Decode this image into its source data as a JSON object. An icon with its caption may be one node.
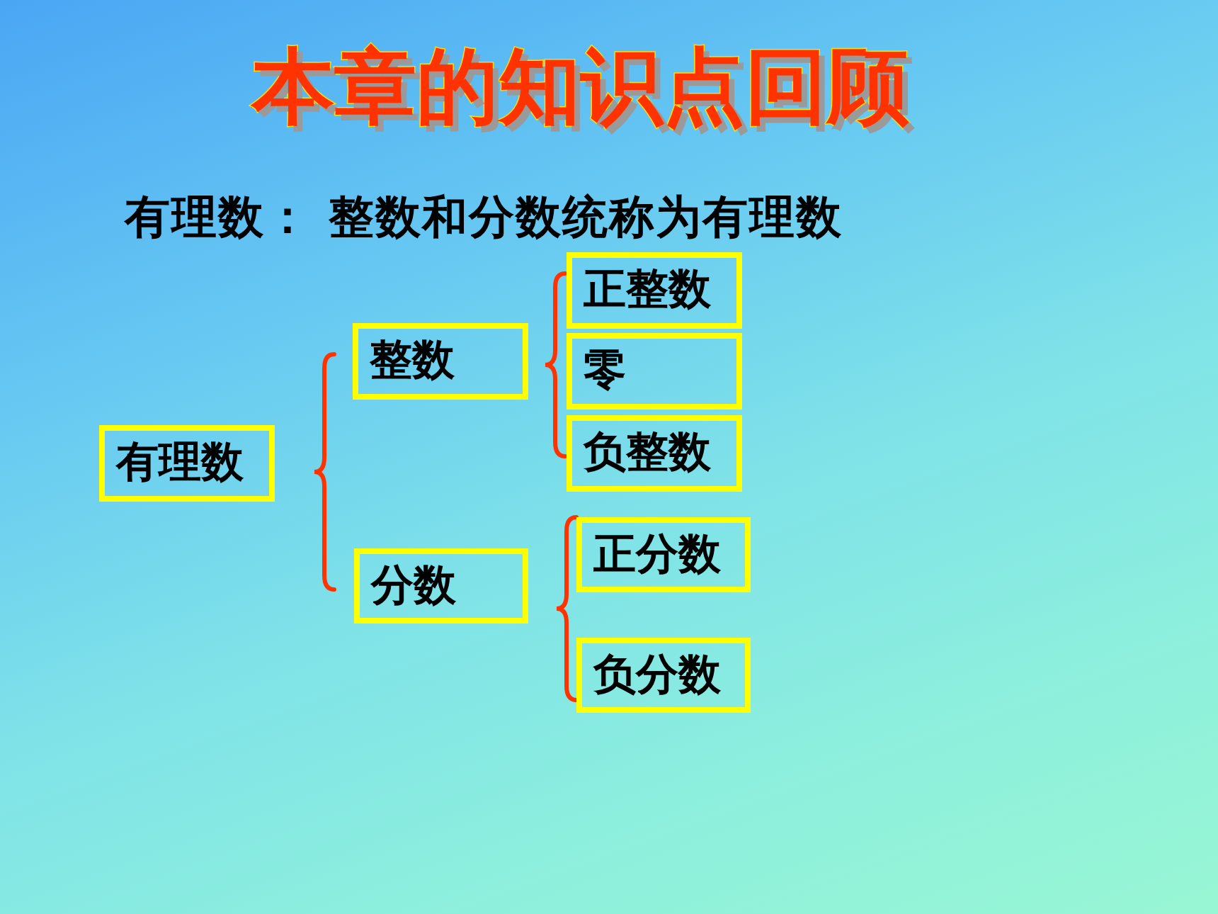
{
  "diagram": {
    "title": "本章的知识点回顾",
    "nodes": [
      {
        "text": [
          "有理数"
        ]
      },
      {
        "text": [
          "整数"
        ]
      },
      {
        "text": [
          "分数"
        ]
      },
      {
        "text": [
          "正整数"
        ]
      },
      {
        "text": [
          "零"
        ]
      },
      {
        "text": [
          "负整数"
        ]
      },
      {
        "text": [
          "正分数"
        ]
      },
      {
        "text": [
          "负分数"
        ]
      }
    ],
    "labels": [
      "有理数： 整数和分数统称为有理数"
    ]
  }
}
